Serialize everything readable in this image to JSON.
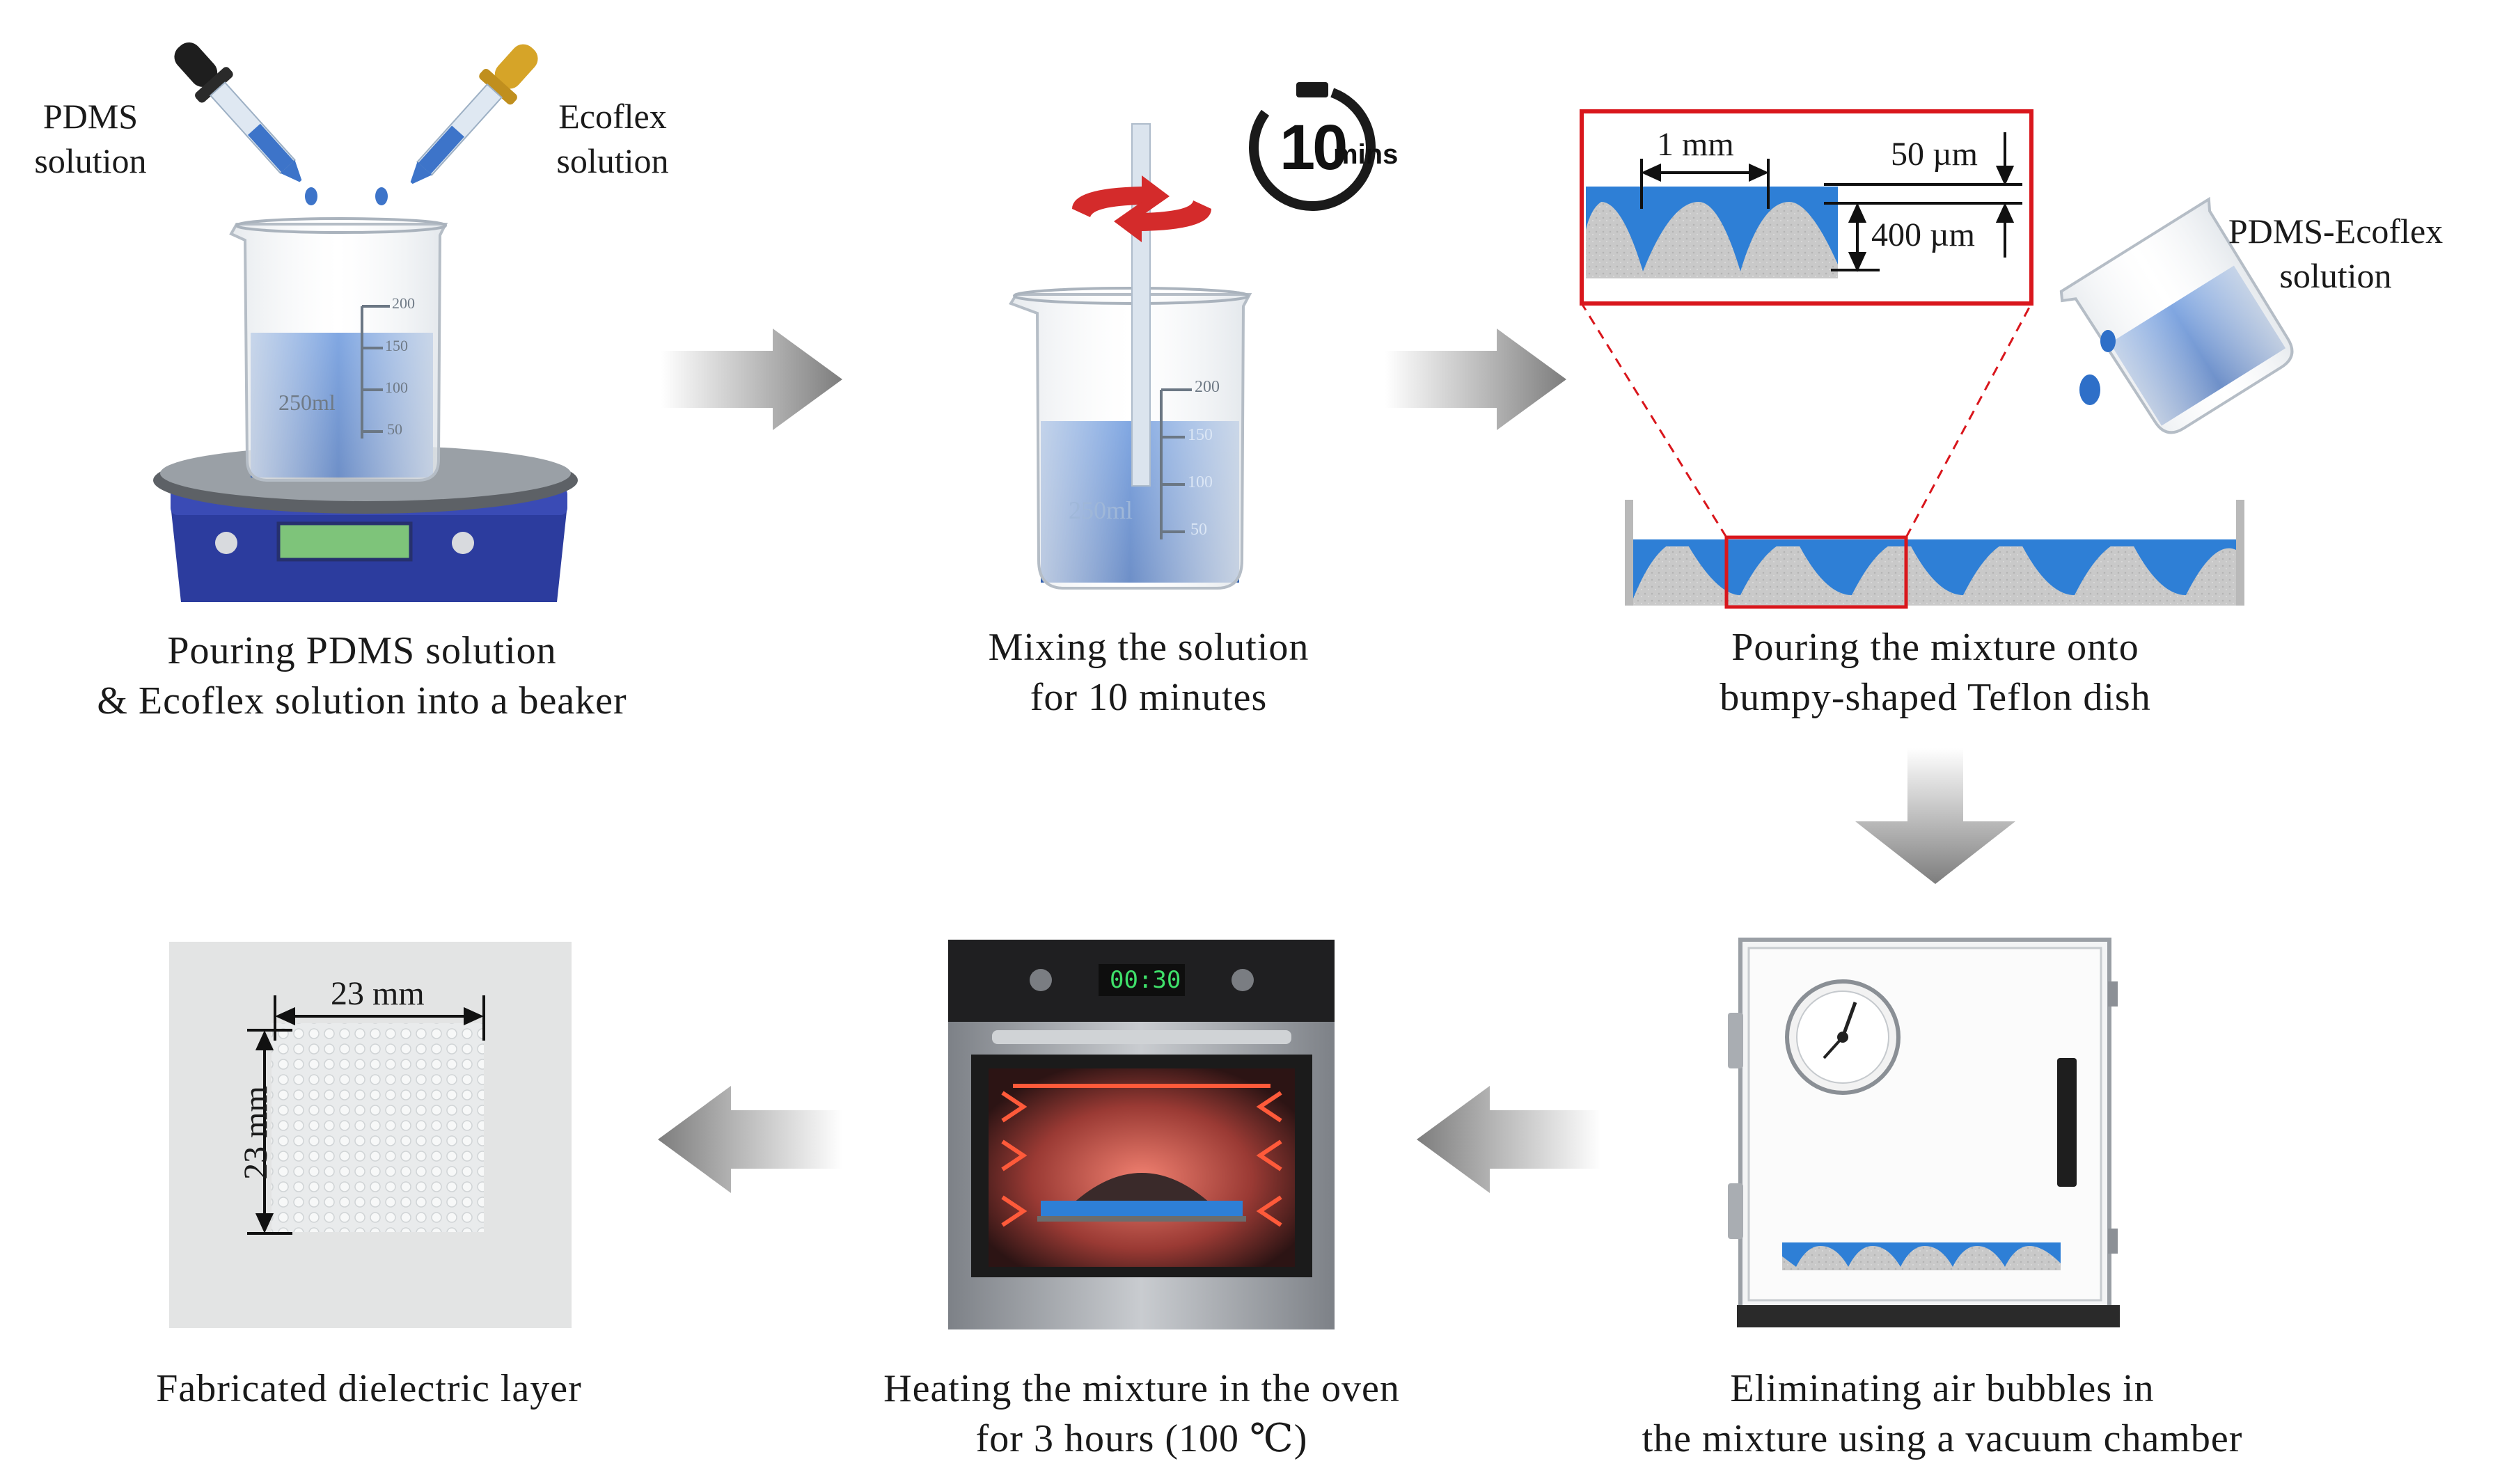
{
  "labels": {
    "pdms_solution": [
      "PDMS",
      "solution"
    ],
    "ecoflex_solution": [
      "Ecoflex",
      "solution"
    ],
    "pdms_ecoflex_solution": [
      "PDMS-Ecoflex",
      "solution"
    ]
  },
  "annotations": {
    "pitch": "1 mm",
    "top_thickness": "50 µm",
    "bump_height": "400 µm",
    "sample_width": "23 mm",
    "sample_height": "23 mm",
    "beaker_volume": "250ml",
    "beaker_ticks": [
      "200",
      "150",
      "100",
      "50"
    ],
    "timer_value": "10",
    "timer_unit": "mins",
    "oven_display": "00:30"
  },
  "steps": [
    {
      "caption": [
        "Pouring PDMS solution",
        "& Ecoflex solution into a beaker"
      ]
    },
    {
      "caption": [
        "Mixing the solution",
        "for 10 minutes"
      ]
    },
    {
      "caption": [
        "Pouring the mixture onto",
        "bumpy-shaped Teflon dish"
      ]
    },
    {
      "caption": [
        "Eliminating air bubbles in",
        "the mixture using a vacuum chamber"
      ]
    },
    {
      "caption": [
        "Heating the mixture in the oven",
        "for 3 hours (100 ℃)"
      ]
    },
    {
      "caption": [
        "Fabricated dielectric layer"
      ]
    }
  ],
  "colors": {
    "liquid": "#3a6fc4",
    "arrow": "#8a8a8a",
    "highlight": "#d9161c",
    "scale_body": "#2c3c9e"
  }
}
